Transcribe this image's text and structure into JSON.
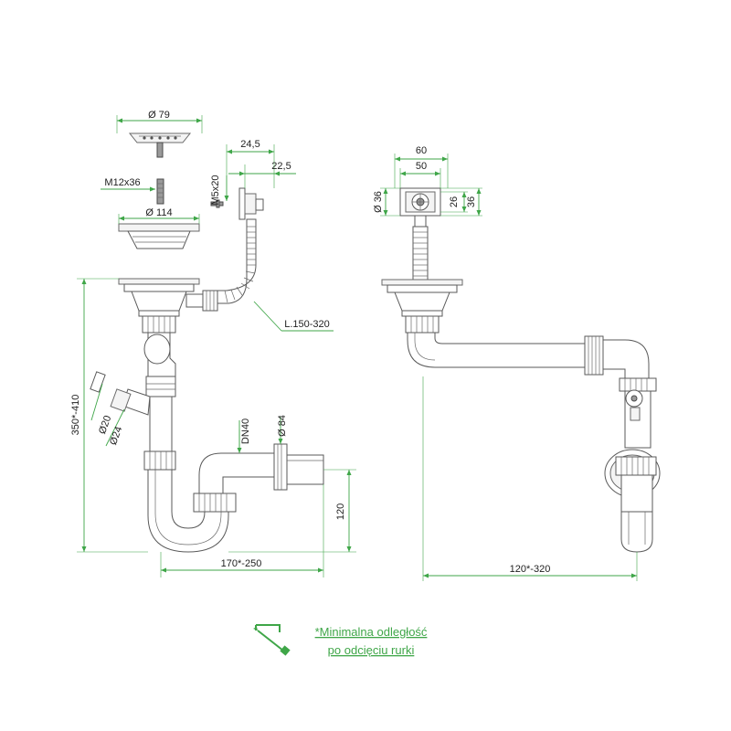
{
  "dimensions": {
    "strainer_diameter": "Ø 79",
    "screw": "M12x36",
    "basket_diameter": "Ø 114",
    "overflow_screw": "M5x20",
    "overflow_width_a": "24,5",
    "overflow_width_b": "22,5",
    "flex_hose_length": "L.150-320",
    "total_height": "350*-410",
    "inlet_d20": "Ø20",
    "inlet_d24": "Ø24",
    "pipe_dn": "DN40",
    "rosette_diameter": "Ø 84",
    "trap_height": "120",
    "trap_length": "170*-250",
    "overflow_cap_width_outer": "60",
    "overflow_cap_width_inner": "50",
    "overflow_cap_height_outer": "36",
    "overflow_cap_height_inner": "26",
    "overflow_cap_diameter": "Ø 36",
    "extension_length": "120*-320"
  },
  "note": {
    "line1": "*Minimalna odległość",
    "line2": "po odcięciu rurki"
  },
  "colors": {
    "dimension": "#3fa648",
    "outline": "#5a5a5a"
  }
}
